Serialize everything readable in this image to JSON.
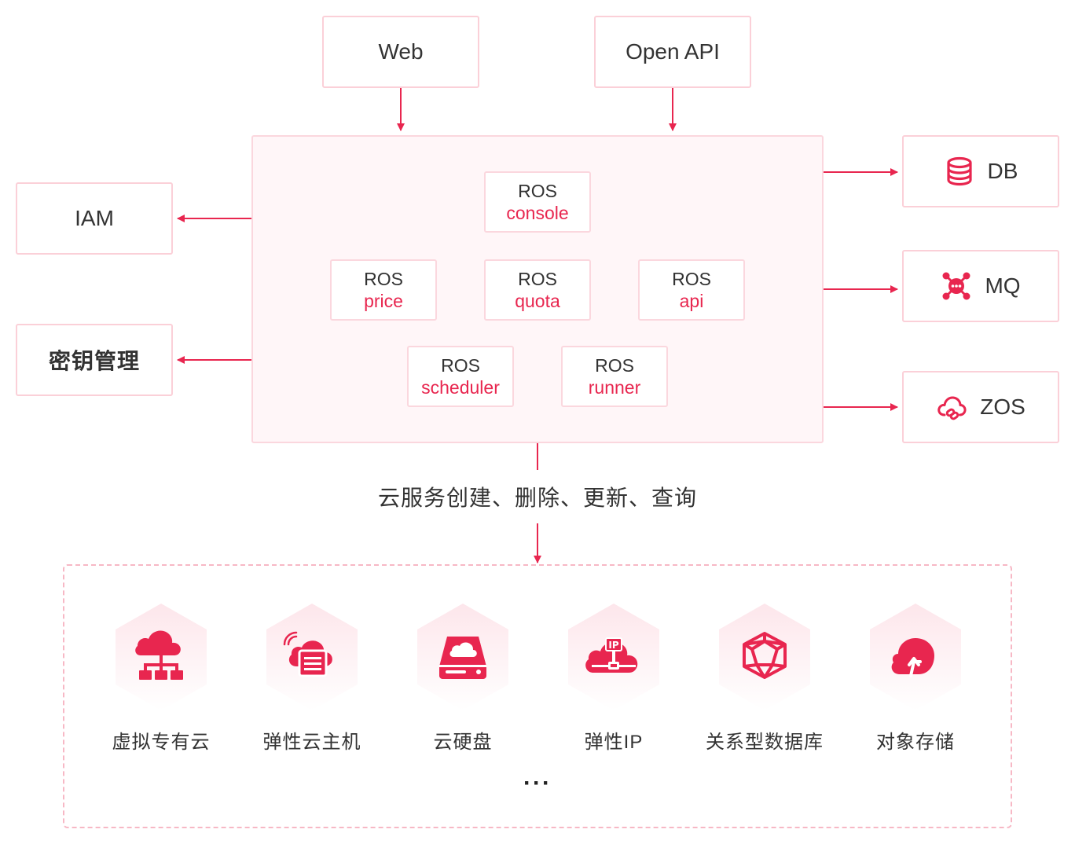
{
  "inputs": {
    "web": "Web",
    "open_api": "Open API"
  },
  "left": {
    "iam": "IAM",
    "kms": "密钥管理"
  },
  "right": {
    "db": {
      "label": "DB",
      "icon": "database-icon"
    },
    "mq": {
      "label": "MQ",
      "icon": "message-queue-icon"
    },
    "zos": {
      "label": "ZOS",
      "icon": "cloud-link-icon"
    }
  },
  "modules": [
    {
      "title": "ROS",
      "sub": "console"
    },
    {
      "title": "ROS",
      "sub": "price"
    },
    {
      "title": "ROS",
      "sub": "quota"
    },
    {
      "title": "ROS",
      "sub": "api"
    },
    {
      "title": "ROS",
      "sub": "scheduler"
    },
    {
      "title": "ROS",
      "sub": "runner"
    }
  ],
  "operations": "云服务创建、删除、更新、查询",
  "services": [
    {
      "label": "虚拟专有云",
      "icon": "vpc-cloud-icon"
    },
    {
      "label": "弹性云主机",
      "icon": "cloud-host-icon"
    },
    {
      "label": "云硬盘",
      "icon": "cloud-disk-icon"
    },
    {
      "label": "弹性IP",
      "icon": "elastic-ip-icon"
    },
    {
      "label": "关系型数据库",
      "icon": "relational-db-icon"
    },
    {
      "label": "对象存储",
      "icon": "object-storage-icon"
    }
  ],
  "more": "···",
  "colors": {
    "accent": "#e8264f",
    "border": "#fbd0d8",
    "panel": "#fff6f8"
  }
}
